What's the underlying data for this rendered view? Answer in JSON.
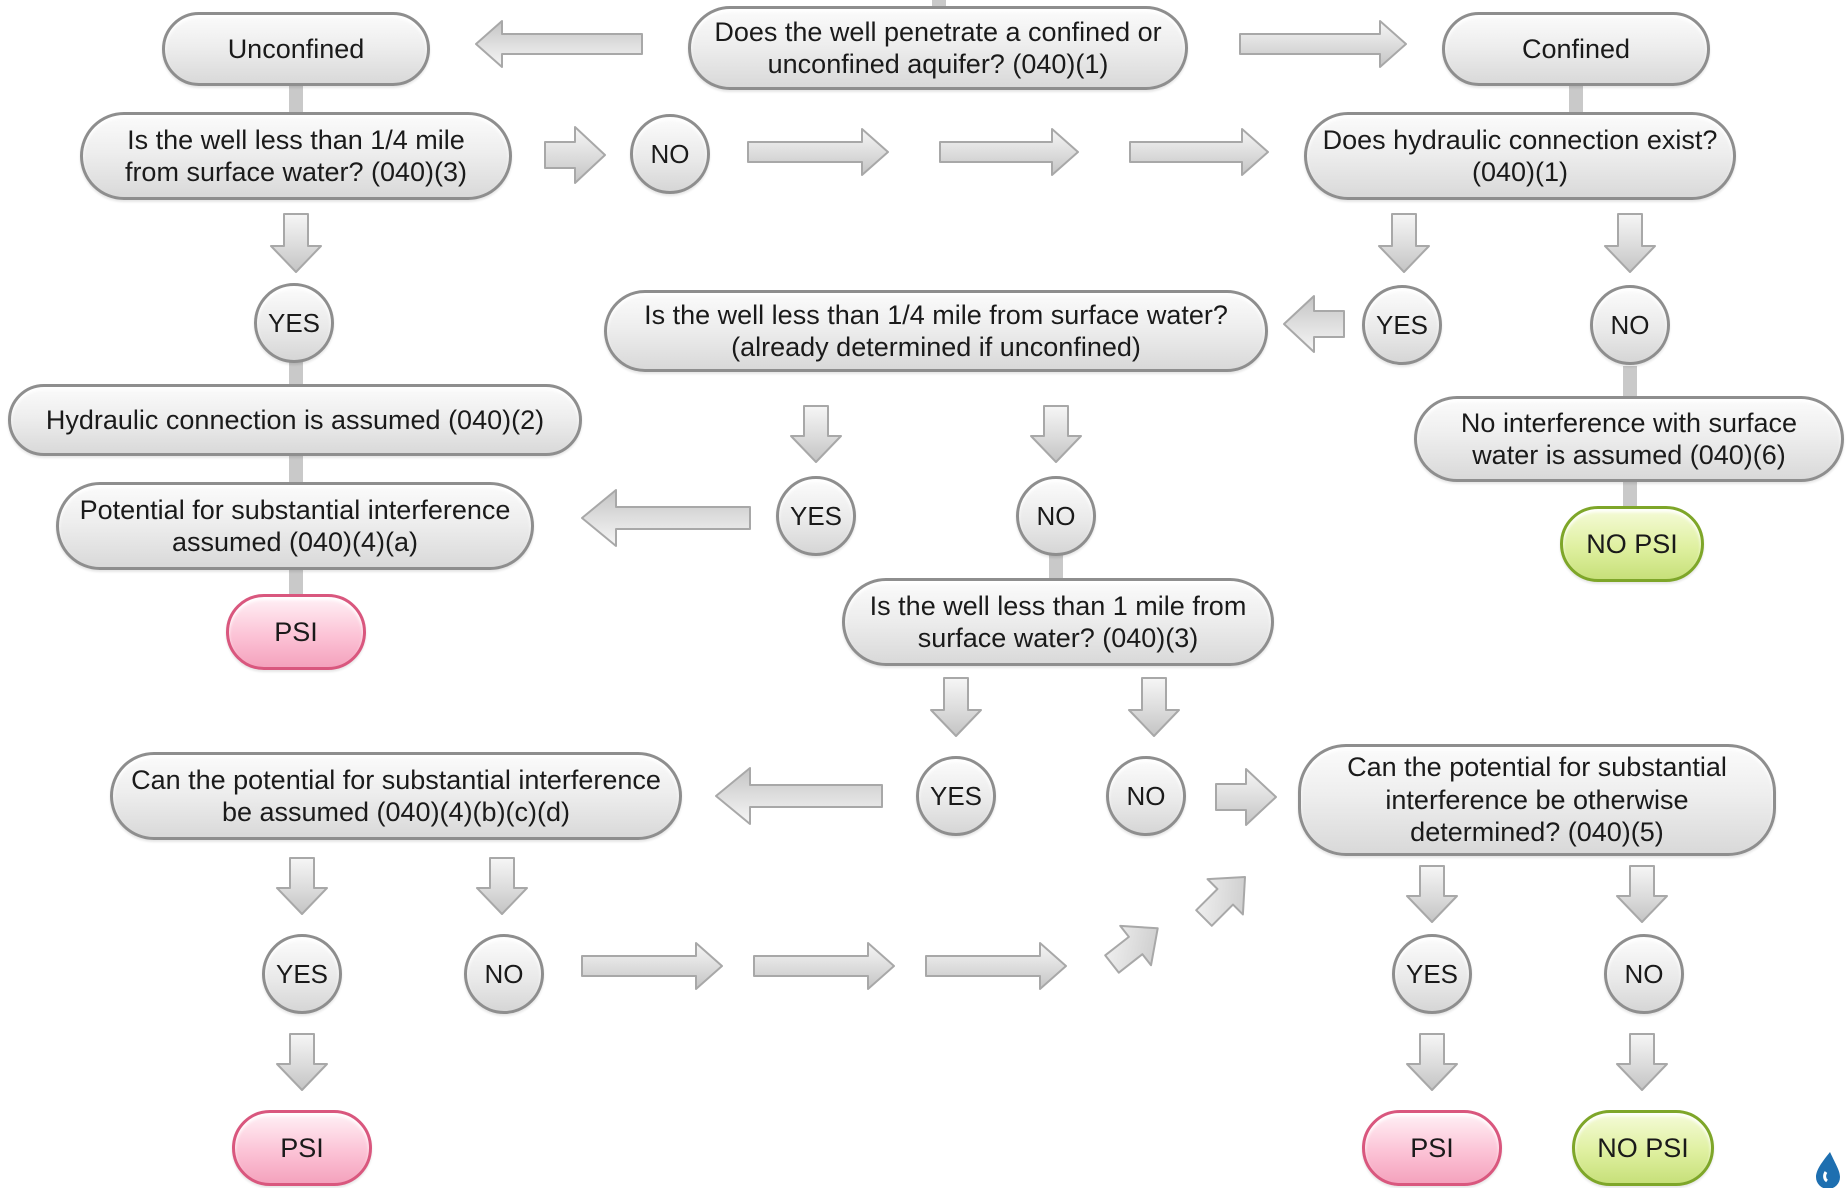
{
  "nodes": {
    "q_aquifer": "Does the well penetrate a confined or unconfined aquifer? (040)(1)",
    "unconfined": "Unconfined",
    "confined": "Confined",
    "q_quarter_mile_unconf": "Is the well less than 1/4 mile from surface water? (040)(3)",
    "q_hydraulic": "Does hydraulic connection exist? (040)(1)",
    "q_quarter_mile_conf": "Is the well less than 1/4 mile from surface water? (already determined if unconfined)",
    "hydraulic_assumed": "Hydraulic connection is assumed (040)(2)",
    "no_interference": "No interference with surface water is assumed (040)(6)",
    "potential_assumed_a": "Potential for substantial interference assumed (040)(4)(a)",
    "q_one_mile": "Is the well less than 1 mile from surface water? (040)(3)",
    "q_potential_bcd": "Can the potential for substantial interference be assumed (040)(4)(b)(c)(d)",
    "q_otherwise": "Can the potential for substantial interference be otherwise determined? (040)(5)"
  },
  "answers": {
    "yes": "YES",
    "no": "NO"
  },
  "outcomes": {
    "psi": "PSI",
    "no_psi": "NO PSI"
  },
  "colors": {
    "box_border": "#8e8e8e",
    "arrow_fill": "#e2e2e2",
    "arrow_stroke": "#a8a8a8",
    "psi_fill": "#fcc3d6",
    "psi_border": "#d9577e",
    "no_psi_fill": "#dff0a0",
    "no_psi_border": "#7ea629"
  },
  "icons": {
    "logo": "water-drop-logo"
  }
}
